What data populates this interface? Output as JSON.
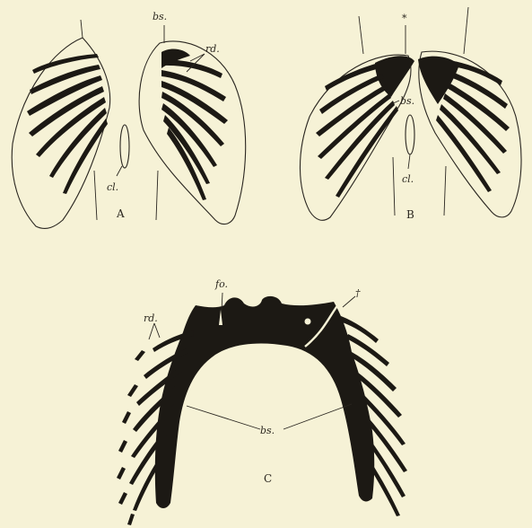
{
  "figures": {
    "A": {
      "caption": "A",
      "labels": {
        "bs": "bs.",
        "rd": "rd.",
        "cl": "cl."
      }
    },
    "B": {
      "caption": "B",
      "labels": {
        "star": "*",
        "bs": "bs.",
        "cl": "cl."
      }
    },
    "C": {
      "caption": "C",
      "labels": {
        "fo": "fo.",
        "dagger": "†",
        "rd": "rd.",
        "bs": "bs."
      }
    }
  }
}
